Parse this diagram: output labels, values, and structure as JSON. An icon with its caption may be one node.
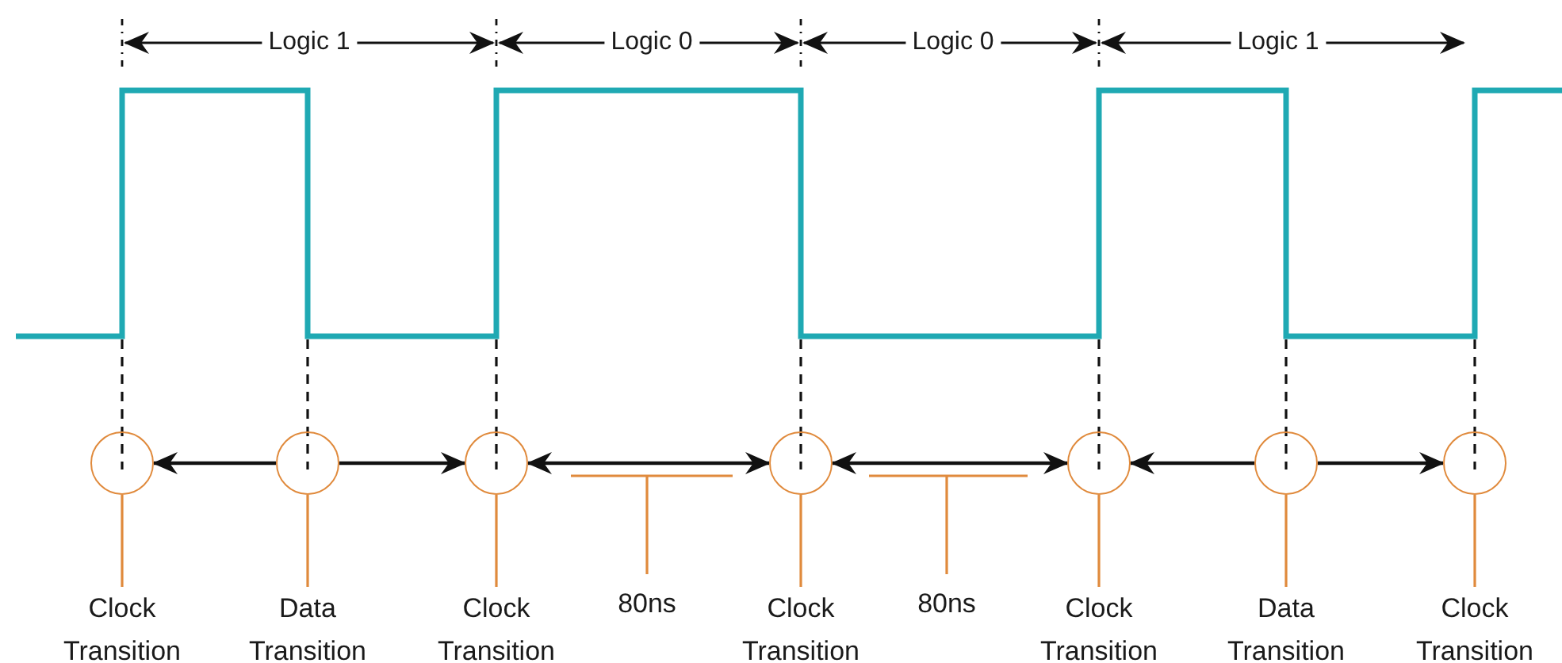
{
  "diagram": {
    "nodes": [
      {
        "text": [],
        "shape": "circle"
      },
      {
        "text": [],
        "shape": "circle"
      },
      {
        "text": [],
        "shape": "circle"
      },
      {
        "text": [],
        "shape": "circle"
      },
      {
        "text": [],
        "shape": "circle"
      },
      {
        "text": [],
        "shape": "circle"
      },
      {
        "text": [],
        "shape": "circle"
      },
      {
        "text": [
          "Clock Transition"
        ]
      },
      {
        "text": [
          "Data Transition"
        ]
      },
      {
        "text": [
          "Clock Transition"
        ]
      },
      {
        "text": [
          "Clock Transition"
        ]
      },
      {
        "text": [
          "Clock Transition"
        ]
      },
      {
        "text": [
          "Data Transition"
        ]
      },
      {
        "text": [
          "Clock Transition"
        ]
      }
    ],
    "edges": [
      {
        "from": 1,
        "to": 0,
        "arrow": "to",
        "color": "#111111"
      },
      {
        "from": 1,
        "to": 2,
        "arrow": "to",
        "color": "#111111"
      },
      {
        "from": 2,
        "to": 3,
        "arrow": "both",
        "color": "#111111"
      },
      {
        "from": 3,
        "to": 4,
        "arrow": "both",
        "color": "#111111"
      },
      {
        "from": 5,
        "to": 4,
        "arrow": "to",
        "color": "#111111"
      },
      {
        "from": 5,
        "to": 6,
        "arrow": "to",
        "color": "#111111"
      },
      {
        "from": 7,
        "to": 0,
        "arrow": "none"
      },
      {
        "from": 8,
        "to": 1,
        "arrow": "none"
      },
      {
        "from": 9,
        "to": 2,
        "arrow": "none"
      },
      {
        "from": 10,
        "to": 3,
        "arrow": "none"
      },
      {
        "from": 11,
        "to": 4,
        "arrow": "none"
      },
      {
        "from": 12,
        "to": 5,
        "arrow": "none"
      },
      {
        "from": 13,
        "to": 6,
        "arrow": "none"
      }
    ],
    "labels": [
      "Logic 1",
      "Logic 0",
      "Logic 0",
      "Logic 1",
      "80ns",
      "80ns"
    ]
  }
}
